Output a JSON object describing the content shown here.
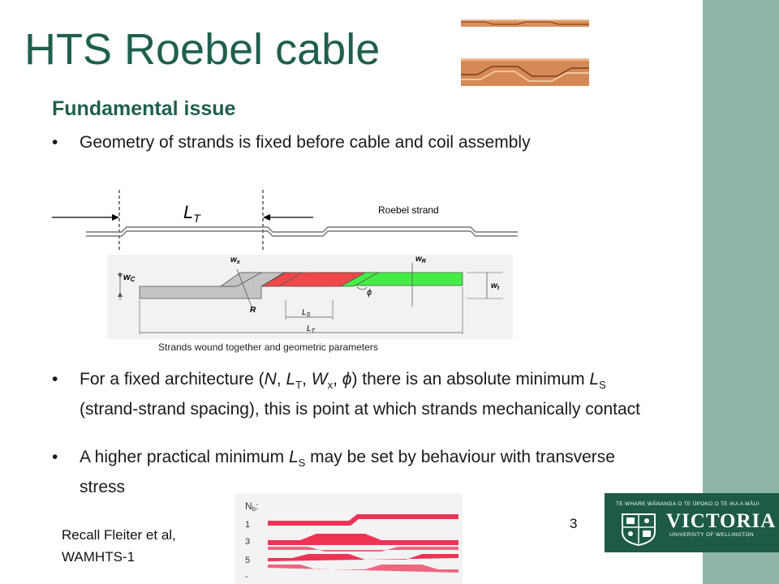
{
  "slide": {
    "title": "HTS Roebel cable",
    "heading": "Fundamental issue",
    "bullets": [
      "Geometry of strands is fixed before cable and coil assembly",
      "For a fixed architecture (N, L_T, W_x, ϕ) there is an absolute minimum L_S (strand-strand spacing), this is point at which strands mechanically contact",
      "A higher practical minimum L_S may be set by behaviour with transverse stress"
    ],
    "bullet_marker": "•"
  },
  "bullet2": {
    "p1": "For a fixed architecture (",
    "N": "N",
    "comma1": ", ",
    "LT": "L",
    "LT_sub": "T",
    "comma2": ", ",
    "Wx": "W",
    "Wx_sub": "x",
    "comma3": ", ",
    "phi": "ϕ",
    "p2": ") there is an absolute minimum ",
    "LS": "L",
    "LS_sub": "S",
    "p3": " (strand-strand spacing), this is point at which strands mechanically contact"
  },
  "bullet3": {
    "p1": "A higher practical minimum ",
    "LS": "L",
    "LS_sub": "S",
    "p2": " may be set by behaviour with transverse stress"
  },
  "diagram": {
    "top_label_main": "L",
    "top_label_sub": "T",
    "strand_label": "Roebel strand",
    "caption": "Strands wound together and geometric parameters",
    "labels": {
      "wc": "w",
      "wc_sub": "C",
      "wx": "w",
      "wx_sub": "x",
      "wr": "w",
      "wr_sub": "R",
      "wt": "w",
      "wt_sub": "t",
      "r": "R",
      "phi": "ϕ",
      "ls": "L",
      "ls_sub": "S",
      "lt": "L",
      "lt_sub": "T"
    },
    "colors": {
      "gray_strand": "#c4c4c4",
      "red_strand": "#f04848",
      "green_strand": "#44ee44"
    }
  },
  "micrograph": {
    "nb_label": "N",
    "nb_sub": "b",
    "rows": [
      "1",
      "3",
      "5",
      "-"
    ]
  },
  "footer": {
    "ref_line1": "Recall Fleiter et al,",
    "ref_line2": "WAMHTS-1",
    "page_number": "3"
  },
  "logo": {
    "motto": "TE WHARE WĀNANGA O TE ŪPOKO O TE IKA A MĀUI",
    "name": "VICTORIA",
    "university": "UNIVERSITY OF WELLINGTON",
    "bg_color": "#1d5a47"
  },
  "theme": {
    "title_color": "#1f5f4e",
    "side_band_color": "#8fb5a8",
    "copper_color": "#d9905e"
  }
}
